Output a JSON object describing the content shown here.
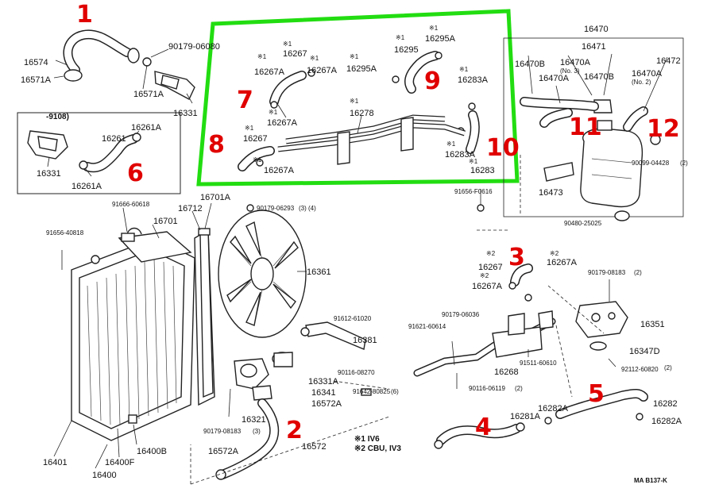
{
  "diagram_code": "MA B137-K",
  "legend": {
    "note1": "※1 IV6",
    "note2": "※2 CBU, IV3"
  },
  "inset_label": "-9108)",
  "callouts": {
    "c1": "1",
    "c2": "2",
    "c3": "3",
    "c4": "4",
    "c5": "5",
    "c6": "6",
    "c7": "7",
    "c8": "8",
    "c9": "9",
    "c10": "10",
    "c11": "11",
    "c12": "12"
  },
  "callout_color": "#e00000",
  "highlight_color": "#22dd11",
  "parts": {
    "p16574": "16574",
    "p16571A_a": "16571A",
    "p90179_06080": "90179-06080",
    "p16571A_b": "16571A",
    "p16331_a": "16331",
    "p16261A_a": "16261A",
    "p16261": "16261",
    "p16331_b": "16331",
    "p16261A_b": "16261A",
    "m1_16267": "※1",
    "p16267_a": "16267",
    "m1_16267A_a": "※1",
    "p16267A_a": "16267A",
    "m1_16267A_b": "※1",
    "p16267A_b": "16267A",
    "m1_16295": "※1",
    "p16295": "16295",
    "m1_16295A_a": "※1",
    "p16295A_a": "16295A",
    "m1_16295A_b": "※1",
    "p16295A_b": "16295A",
    "m1_16283A_a": "※1",
    "p16283A_a": "16283A",
    "m1_16267A_c": "※1",
    "p16267A_c": "16267A",
    "m1_16278": "※1",
    "p16278": "16278",
    "m1_16267_b": "※1",
    "p16267_b": "16267",
    "m1_16267A_d": "※1",
    "p16267A_d": "16267A",
    "m1_16283A_b": "※1",
    "p16283A_b": "16283A",
    "m1_16283": "※1",
    "p16283": "16283",
    "p16470": "16470",
    "p16471": "16471",
    "p16470B_a": "16470B",
    "p16470A_a": "16470A",
    "no3": "(No. 3)",
    "p16470A_b": "16470A",
    "p16470B_b": "16470B",
    "p16470A_c": "16470A",
    "no2": "(No. 2)",
    "p16472": "16472",
    "p90099_04428": "90099-04428",
    "q90099": "(2)",
    "p16473": "16473",
    "p91656_F0616": "91656-F0616",
    "p90480_25025": "90480-25025",
    "p91666_60618": "91666-60618",
    "p16701A": "16701A",
    "p16712": "16712",
    "p90179_06293": "90179-06293",
    "q90179_06293": "(3) (4)",
    "p91656_40818": "91656-40818",
    "p16701": "16701",
    "p16361": "16361",
    "p91612_61020": "91612-61020",
    "p16381": "16381",
    "p90116_08270": "90116-08270",
    "p16331A": "16331A",
    "p16341": "16341",
    "p16572A_a": "16572A",
    "p91642_80825": "91642-80825",
    "q91642": "(6)",
    "p16321": "16321",
    "p90179_08183_a": "90179-08183",
    "q90179_08183_a": "(3)",
    "p16572": "16572",
    "p16572A_b": "16572A",
    "p16401": "16401",
    "p16400F": "16400F",
    "p16400B": "16400B",
    "p16400": "16400",
    "m2_16267": "※2",
    "p16267_c": "16267",
    "m2_16267A_a": "※2",
    "p16267A_e": "16267A",
    "m2_16267A_b": "※2",
    "p16267A_f": "16267A",
    "p90179_08183_b": "90179-08183",
    "q90179_08183_b": "(2)",
    "p90179_06036": "90179-06036",
    "p91621_60614": "91621-60614",
    "p16351": "16351",
    "p16347D": "16347D",
    "p16268": "16268",
    "p91511_60610": "91511-60610",
    "p92112_60820": "92112-60820",
    "q92112": "(2)",
    "p90116_06119": "90116-06119",
    "q90116_06119": "(2)",
    "p16282A_a": "16282A",
    "p16281A": "16281A",
    "p16282": "16282",
    "p16282A_b": "16282A"
  }
}
